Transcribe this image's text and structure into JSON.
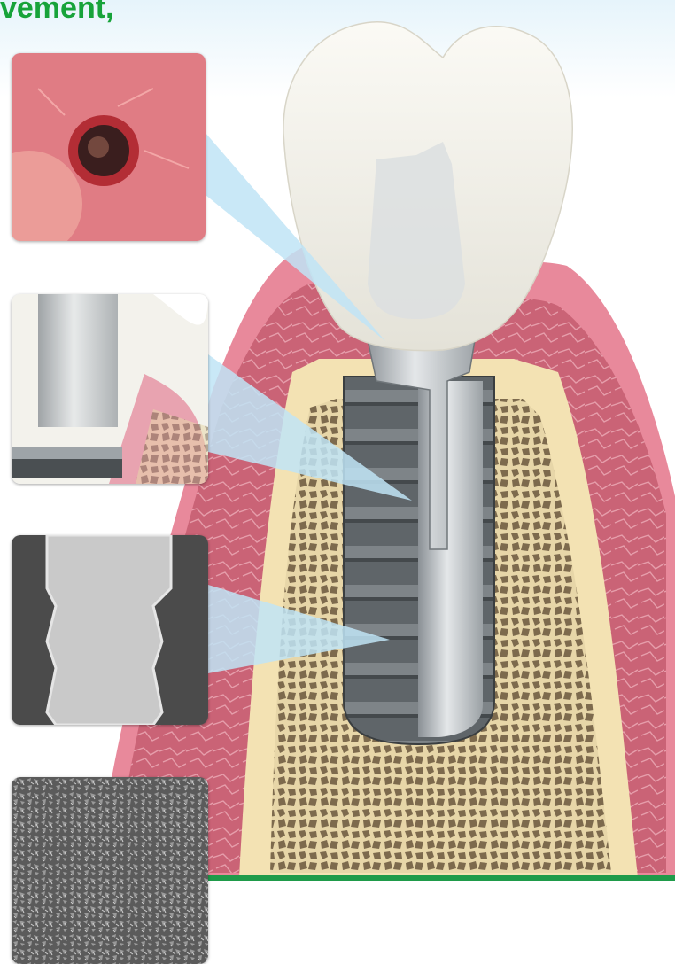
{
  "headline": {
    "text": "vement,"
  },
  "colors": {
    "headline_green": "#17a33a",
    "baseline_green": "#1f9b4a",
    "callout_blue": "#bfe4f6",
    "gum_pink": "#e0788b",
    "bone_cream": "#f3e2b3",
    "trabecular_brown": "#7d6a4d",
    "implant_gray": "#6e7479",
    "crown_white": "#f3f1e9"
  },
  "insets": [
    {
      "subject": "gum-opening"
    },
    {
      "subject": "abutment-junction"
    },
    {
      "subject": "thread-profile"
    },
    {
      "subject": "surface-texture"
    }
  ],
  "icons": [
    "crown-icon",
    "implant-icon",
    "bone-icon",
    "gum-icon"
  ]
}
